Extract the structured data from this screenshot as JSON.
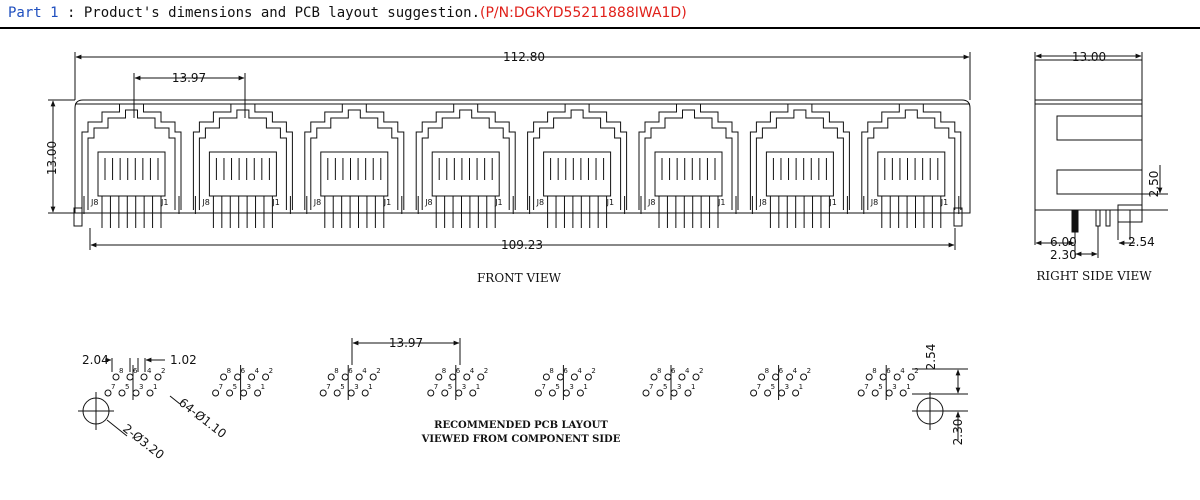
{
  "header": {
    "part": "Part 1",
    "sep": " : ",
    "description": "Product's dimensions and PCB layout suggestion.",
    "part_number": "(P/N:DGKYD55211888IWA1D)"
  },
  "front_view": {
    "caption": "FRONT VIEW",
    "port_count": 8,
    "port_label_left": "J8",
    "port_label_right": "J1",
    "dim_overall_width": "112.80",
    "dim_pitch": "13.97",
    "dim_height": "13.00",
    "dim_pin_span": "109.23"
  },
  "side_view": {
    "caption": "RIGHT SIDE VIEW",
    "dim_depth": "13.00",
    "dim_offset": "2.50",
    "dim_a": "6.00",
    "dim_b": "2.30",
    "dim_c": "2.54"
  },
  "pcb_layout": {
    "caption_line1": "RECOMMENDED PCB LAYOUT",
    "caption_line2": "VIEWED FROM COMPONENT SIDE",
    "group_count": 8,
    "dim_pitch": "13.97",
    "dim_row_a": "2.04",
    "dim_row_b": "1.02",
    "dim_pin_hole": "Ø1.10",
    "dim_pin_hole_prefix": "64-",
    "dim_mount_hole": "Ø3.20",
    "dim_mount_hole_prefix": "2-",
    "dim_vertical_a": "2.54",
    "dim_vertical_b": "2.30",
    "top_row_pins": [
      "8",
      "6",
      "4",
      "2"
    ],
    "bottom_row_pins": [
      "7",
      "5",
      "3",
      "1"
    ]
  }
}
